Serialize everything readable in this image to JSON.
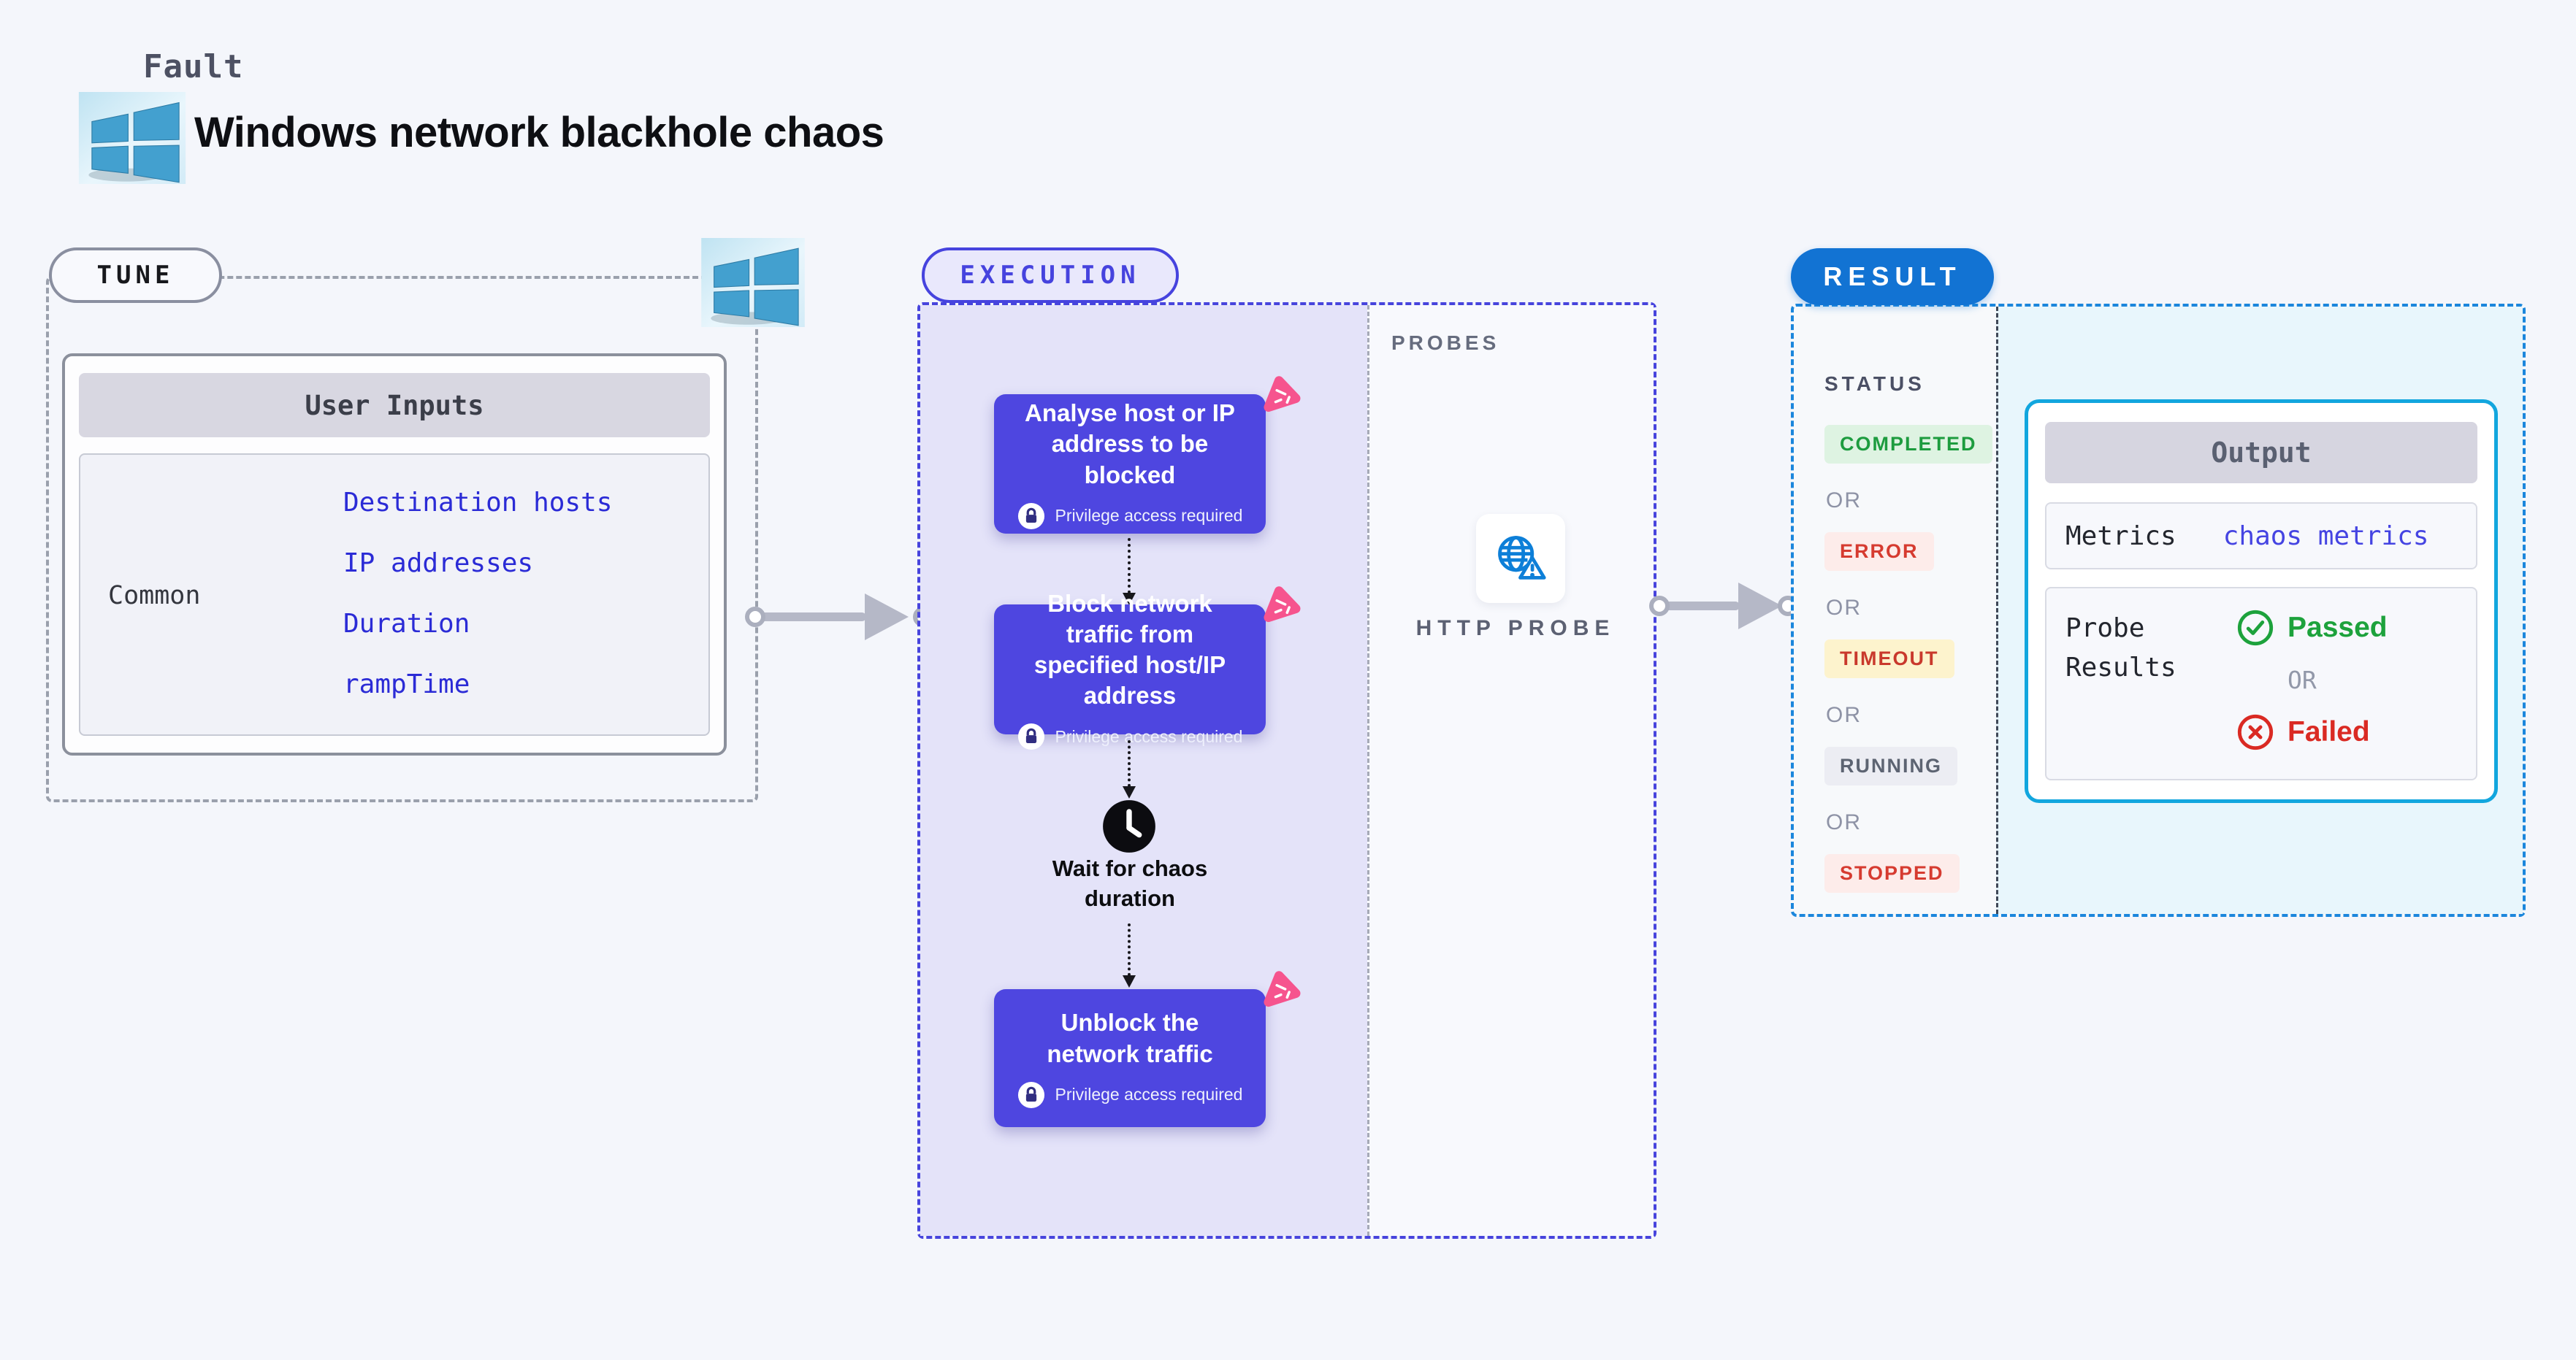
{
  "header": {
    "kicker": "Fault",
    "title": "Windows network blackhole chaos"
  },
  "tune": {
    "label": "TUNE",
    "table_title": "User Inputs",
    "row_label": "Common",
    "inputs": [
      "Destination hosts",
      "IP addresses",
      "Duration",
      "rampTime"
    ]
  },
  "execution": {
    "label": "EXECUTION",
    "privilege_label": "Privilege access required",
    "steps": [
      "Analyse host or IP address to be blocked",
      "Block network traffic from specified host/IP address",
      "Unblock the network traffic"
    ],
    "wait_label": "Wait for chaos duration"
  },
  "probes": {
    "label": "PROBES",
    "probe_name": "HTTP PROBE"
  },
  "result": {
    "label": "RESULT",
    "status_title": "STATUS",
    "or_label": "OR",
    "statuses": [
      {
        "text": "COMPLETED",
        "fg": "#1d9c3f",
        "bg": "#def3e2"
      },
      {
        "text": "ERROR",
        "fg": "#d63b30",
        "bg": "#fdecea"
      },
      {
        "text": "TIMEOUT",
        "fg": "#c9392c",
        "bg": "#fdf3cd"
      },
      {
        "text": "RUNNING",
        "fg": "#5d6472",
        "bg": "#ecedf3"
      },
      {
        "text": "STOPPED",
        "fg": "#d63b30",
        "bg": "#fdecea"
      }
    ],
    "output": {
      "title": "Output",
      "metrics_label": "Metrics",
      "metrics_link": "chaos metrics",
      "probe_results_label": "Probe Results",
      "passed_label": "Passed",
      "failed_label": "Failed",
      "or_label": "OR"
    }
  },
  "colors": {
    "page_bg": "#f4f6fb",
    "step_purple": "#4e46e0",
    "execution_lavender": "#e4e3f9",
    "execution_border": "#4744dd",
    "result_border": "#1b86dc",
    "result_pill_blue": "#1273d3",
    "output_cyan_border": "#12a6de",
    "output_area_bg": "#e8f6fc",
    "link_blue": "#2b2bd6",
    "flag_pink": "#f6548e",
    "arrow_gray": "#b5b8c7",
    "passed_green": "#1da23c",
    "failed_red": "#da2a23"
  }
}
